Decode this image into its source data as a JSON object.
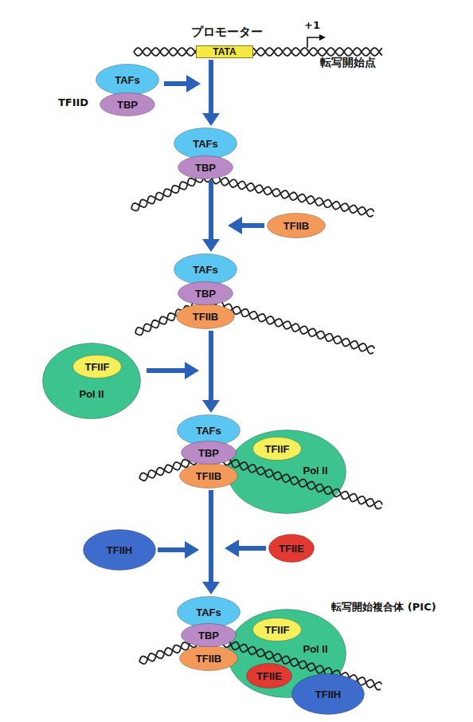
{
  "diagram": {
    "nodes": [
      {
        "text": [
          "TATA"
        ]
      },
      {
        "text": [
          "TAFs"
        ]
      },
      {
        "text": [
          "TBP"
        ]
      },
      {
        "text": [
          "TAFs"
        ]
      },
      {
        "text": [
          "TBP"
        ]
      },
      {
        "text": [
          "TFIIB"
        ]
      },
      {
        "text": [
          "TAFs"
        ]
      },
      {
        "text": [
          "TBP"
        ]
      },
      {
        "text": [
          "TFIIB"
        ]
      },
      {
        "text": [
          "Pol II"
        ]
      },
      {
        "text": [
          "TFIIF"
        ],
        "in": 9
      },
      {
        "text": [
          "TAFs"
        ]
      },
      {
        "text": [
          "TBP"
        ]
      },
      {
        "text": [
          "TFIIB"
        ]
      },
      {
        "text": [
          "Pol II"
        ]
      },
      {
        "text": [
          "TFIIF"
        ],
        "in": 14
      },
      {
        "text": [
          "TFIIH"
        ]
      },
      {
        "text": [
          "TFIIE"
        ]
      },
      {
        "text": [
          "TAFs"
        ]
      },
      {
        "text": [
          "TBP"
        ]
      },
      {
        "text": [
          "TFIIB"
        ]
      },
      {
        "text": [
          "Pol II"
        ]
      },
      {
        "text": [
          "TFIIF"
        ],
        "in": 21
      },
      {
        "text": [
          "TFIIE"
        ],
        "in": 21
      },
      {
        "text": [
          "TFIIH"
        ]
      }
    ],
    "edges": [
      {
        "from": 0,
        "to": 3,
        "arrow": "to"
      },
      {
        "from": 4,
        "to": 6,
        "arrow": "to"
      },
      {
        "from": 8,
        "to": 11,
        "arrow": "to"
      },
      {
        "from": 13,
        "to": 18,
        "arrow": "to"
      }
    ],
    "labels": [
      "プロモーター",
      "+1",
      "転写開始点",
      "TFIID",
      "転写開始複合体 (PIC)"
    ]
  }
}
